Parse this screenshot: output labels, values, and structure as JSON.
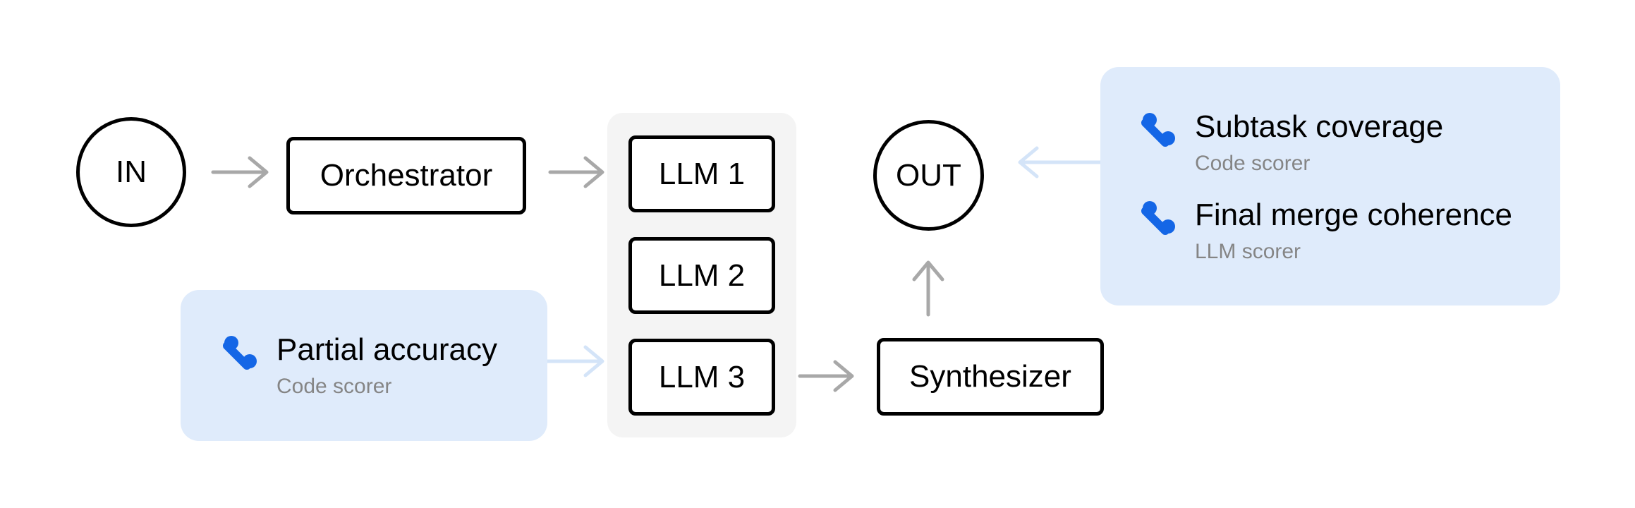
{
  "nodes": {
    "in": "IN",
    "orchestrator": "Orchestrator",
    "llm1": "LLM 1",
    "llm2": "LLM 2",
    "llm3": "LLM 3",
    "synthesizer": "Synthesizer",
    "out": "OUT"
  },
  "scorers": {
    "partial_accuracy": {
      "title": "Partial accuracy",
      "type": "Code scorer"
    },
    "subtask_coverage": {
      "title": "Subtask coverage",
      "type": "Code scorer"
    },
    "final_merge_coherence": {
      "title": "Final merge coherence",
      "type": "LLM scorer"
    }
  },
  "icons": {
    "scorer": "percent-icon"
  },
  "colors": {
    "scorer_panel": "#dfebfb",
    "scorer_icon": "#1466e6",
    "flow_arrow": "#a8a8a8",
    "scorer_arrow": "#d4e4f8",
    "node_border": "#000000",
    "llm_group": "#f4f4f4"
  }
}
